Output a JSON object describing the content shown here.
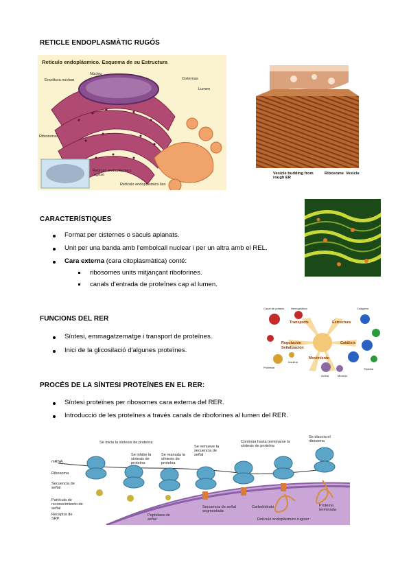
{
  "section1": {
    "heading": "RETICLE ENDOPLASMÀTIC RUGÓS",
    "figure_a": {
      "title": "Retículo endoplásmico. Esquema de su Estructura",
      "labels": {
        "nucleo": "Núcleo",
        "envoltura": "Envoltura nuclear",
        "cisternas": "Cisternas",
        "lumen": "Lumen",
        "ribosomas": "Ribosomas",
        "rer": "Retículo endoplásmico rugoso",
        "rel": "Retículo endoplásmico liso"
      }
    },
    "figure_b": {
      "labels": {
        "vesicle_budding": "Vesicle budding from rough ER",
        "ribosome": "Ribosome",
        "vesicle": "Vesicle"
      }
    }
  },
  "section2": {
    "heading": "CARACTERÍSTIQUES",
    "items": [
      {
        "text": "Format per cisternes o sàculs aplanats."
      },
      {
        "text": "Unit per una banda amb l'embolcall nuclear i per un altra amb el REL."
      },
      {
        "bold": "Cara externa",
        "text": " (cara citoplasmàtica) conté:"
      }
    ],
    "subitems": [
      "ribosomes units mitjançant riboforines.",
      "canals d'entrada de proteïnes cap al lumen."
    ]
  },
  "section3": {
    "heading": "FUNCIONS DEL RER",
    "items": [
      "Síntesi, emmagatzematge i transport de proteïnes.",
      "Inici de la glicosilació d'algunes proteïnes."
    ],
    "figure": {
      "labels": {
        "transporte": "Transporte",
        "estructura": "Estructura",
        "regulacion": "Regulación",
        "senalizacion": "Señalización",
        "catalisis": "Catálisis",
        "movimiento": "Movimiento",
        "canal": "Canal de potasio",
        "hemoglobina": "Hemoglobina",
        "colageno": "Colágeno",
        "proteasa": "Proteasa",
        "insulina": "Insulina",
        "actina": "Actina",
        "miosina": "Miosina",
        "tripsina": "Tripsina"
      }
    }
  },
  "section4": {
    "heading": "PROCÉS DE LA SÍNTESI PROTEÏNES EN EL RER:",
    "items": [
      "Síntesi proteïnes per ribosomes cara externa del RER.",
      "Introducció de les proteïnes a través canals de riboforines al lumen del RER."
    ],
    "figure": {
      "labels": {
        "mrna": "mRNA",
        "ribosoma": "Ribosoma",
        "secuencia": "Secuencia de señal",
        "particula": "Partícula de reconocimiento de señal",
        "receptor": "Receptor de SRP",
        "inicia": "Se inicia la síntesis de proteína",
        "inhibe": "Se inhibe la síntesis de proteína",
        "reanuda": "Se reanuda la síntesis de proteína",
        "remueve": "Se remueve la secuencia de señal",
        "continua": "Continúa hasta terminarse la síntesis de proteína",
        "disocia": "Se disocia el ribosoma",
        "peptidasa": "Peptidasa de señal",
        "segmentada": "Secuencia de señal segmentada",
        "carbohidrato": "Carbohidrato",
        "terminada": "Proteína terminada",
        "reticulo": "Retículo endoplásmico rugoso"
      }
    }
  }
}
